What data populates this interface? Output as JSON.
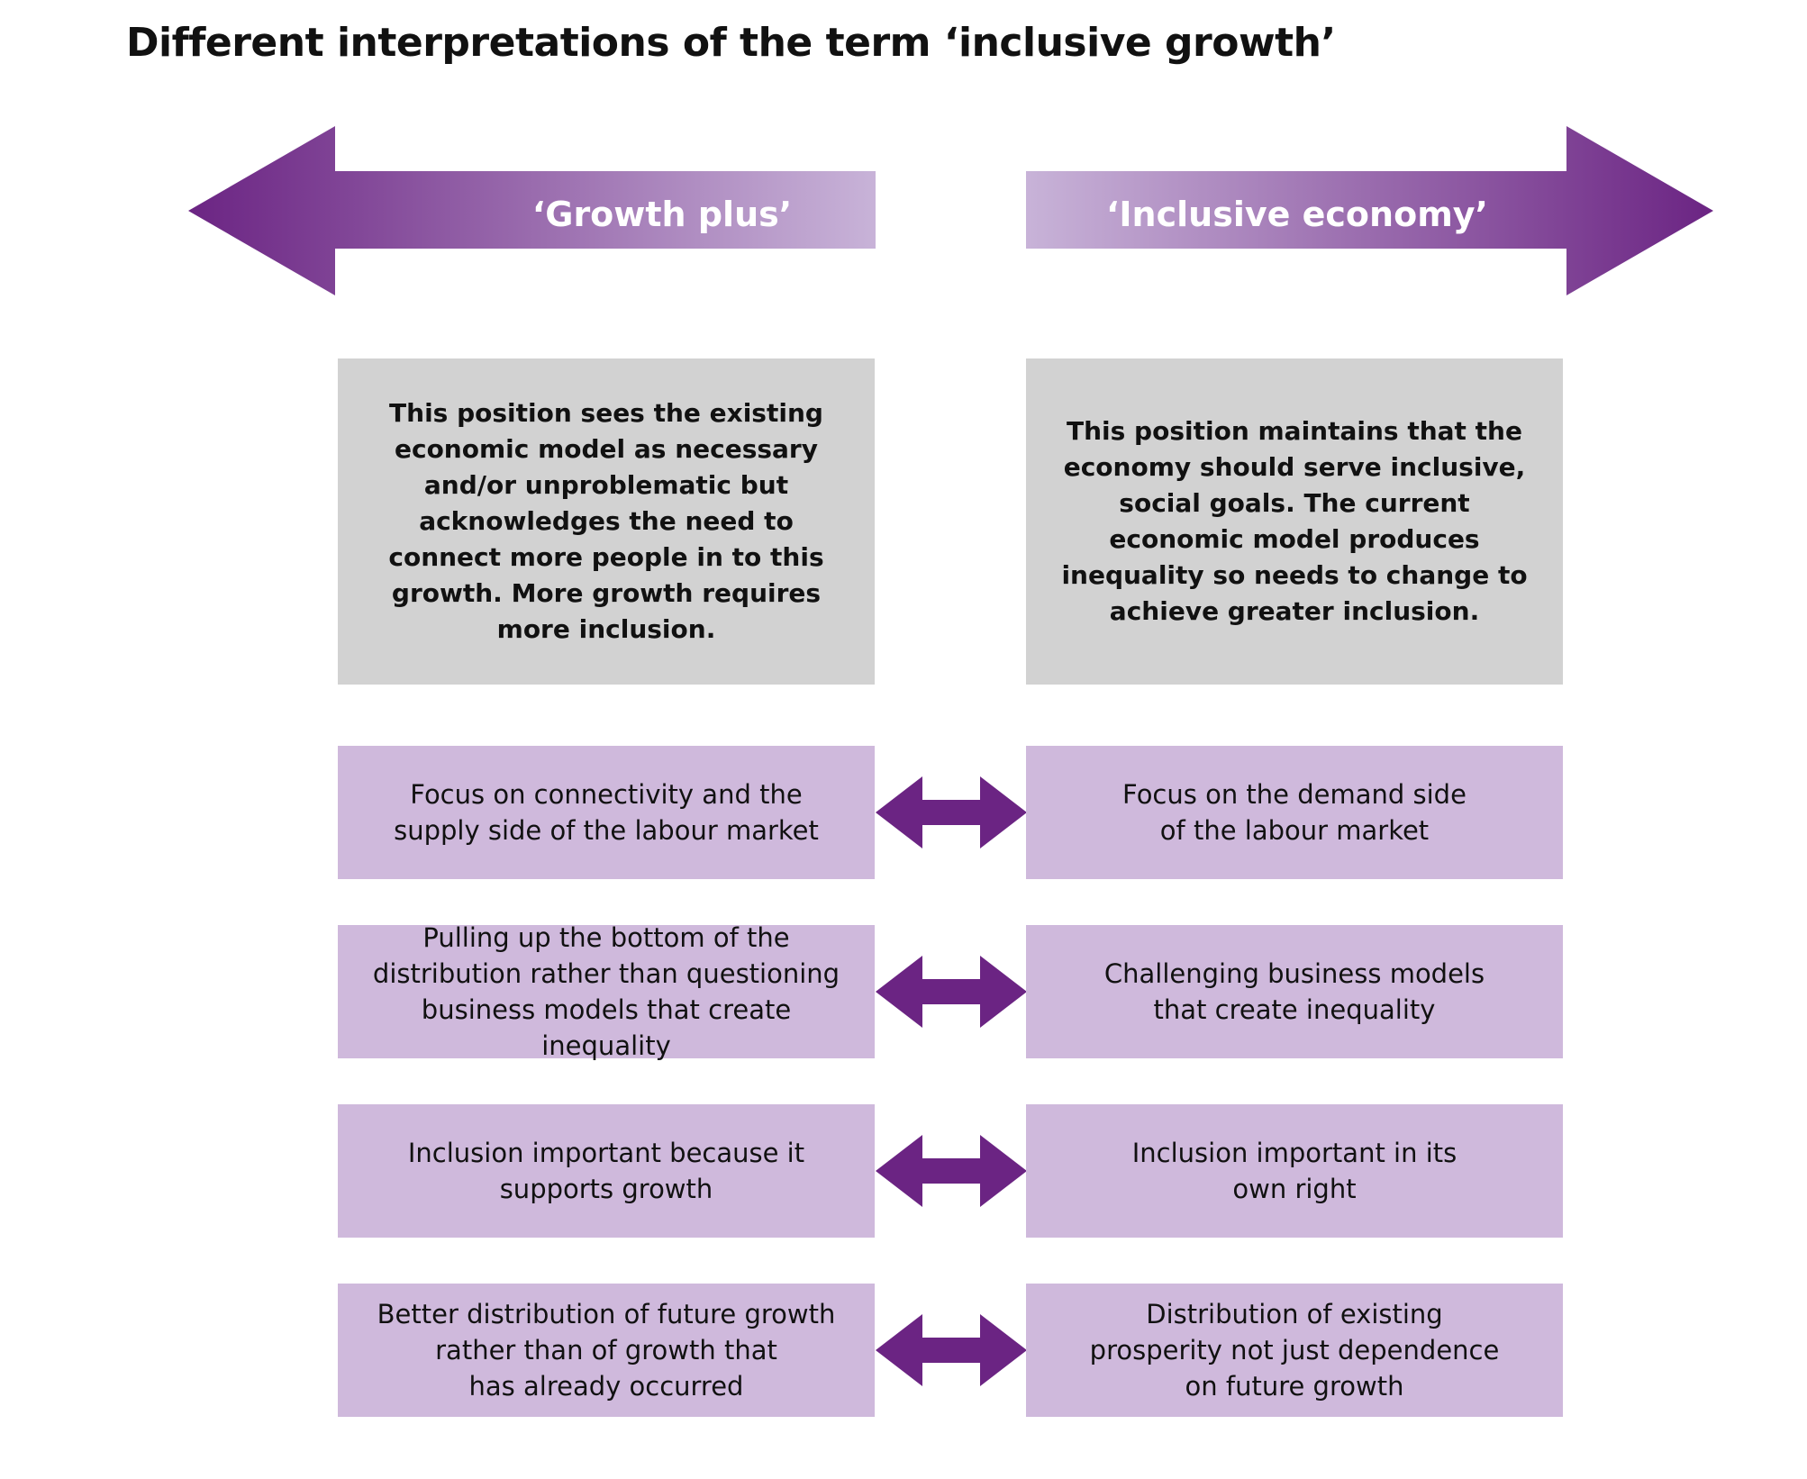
{
  "title": "Different interpretations of the term ‘inclusive growth’",
  "colors": {
    "accent": "#6b2483",
    "accent_light": "#c8b3d8",
    "desc_box": "#d2d2d2",
    "row_box": "#cfb9dc"
  },
  "spectrum": {
    "left_label": "‘Growth plus’",
    "right_label": "‘Inclusive economy’"
  },
  "descriptions": {
    "left": "This position sees the existing economic model as necessary and/or unproblematic but acknowledges the need to connect more people in to this growth. More growth requires more inclusion.",
    "right": "This position maintains that the economy should serve inclusive, social goals. The current economic model produces inequality so needs to change to achieve greater inclusion."
  },
  "comparisons": [
    {
      "left": "Focus on connectivity and the\nsupply side of the labour market",
      "right": "Focus on the demand side\nof the labour market"
    },
    {
      "left": "Pulling up the bottom of the\ndistribution rather than questioning\nbusiness models that create inequality",
      "right": "Challenging business models\nthat create inequality"
    },
    {
      "left": "Inclusion important because it\nsupports growth",
      "right": "Inclusion important in its\nown right"
    },
    {
      "left": "Better distribution of future growth\nrather than of growth that\nhas already occurred",
      "right": "Distribution of existing\nprosperity not just dependence\non future growth"
    }
  ]
}
